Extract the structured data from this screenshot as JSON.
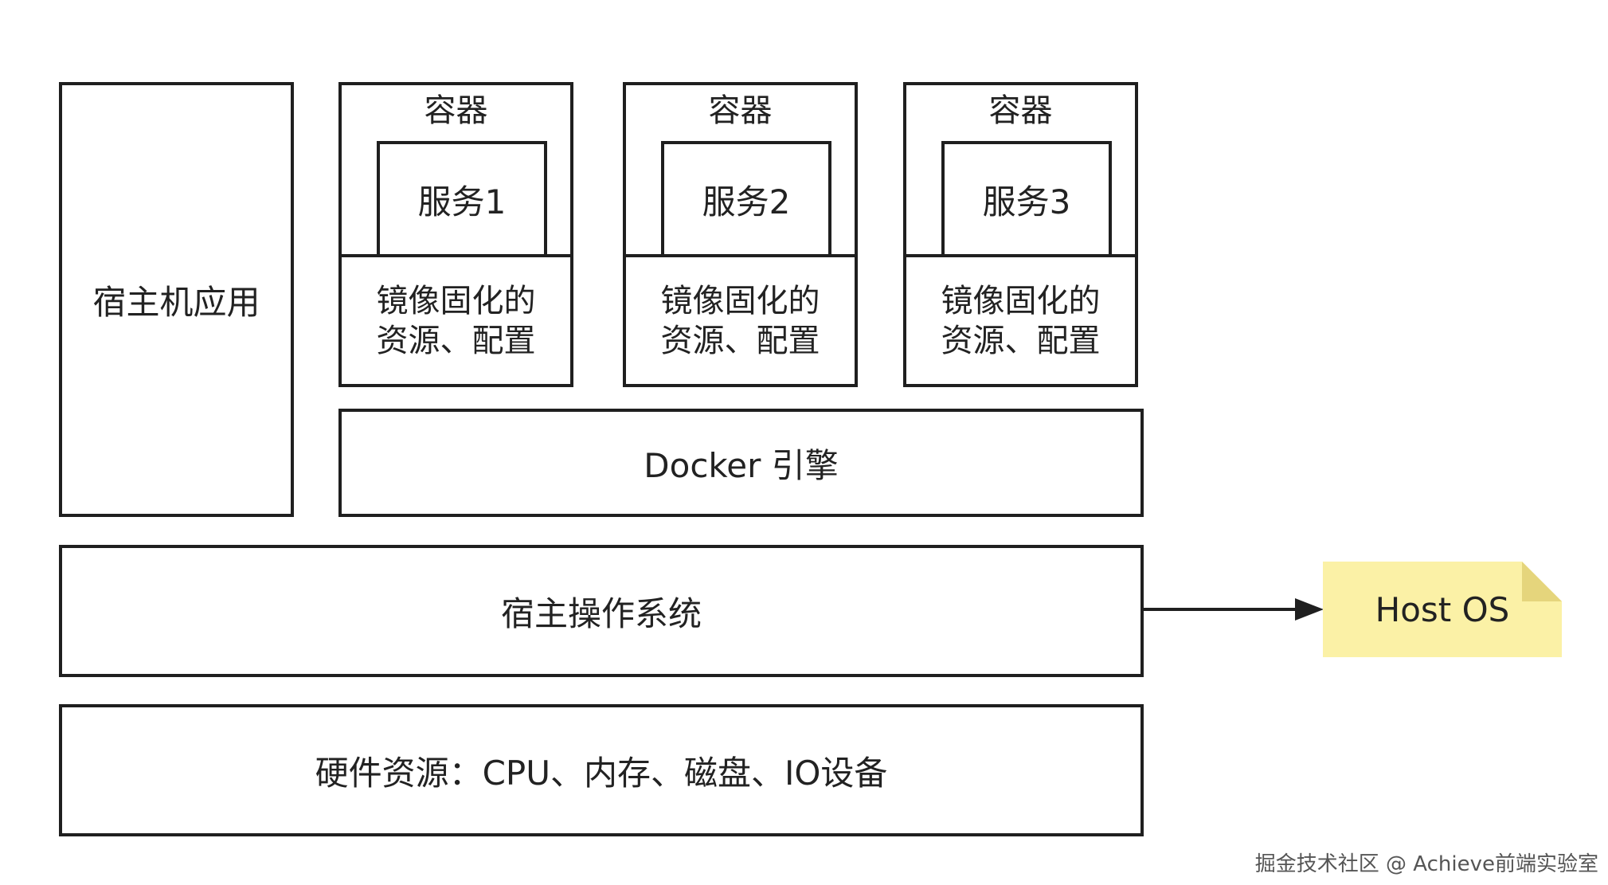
{
  "host_app": {
    "label": "宿主机应用"
  },
  "containers": [
    {
      "title": "容器",
      "service": "服务1",
      "resources_line1": "镜像固化的",
      "resources_line2": "资源、配置"
    },
    {
      "title": "容器",
      "service": "服务2",
      "resources_line1": "镜像固化的",
      "resources_line2": "资源、配置"
    },
    {
      "title": "容器",
      "service": "服务3",
      "resources_line1": "镜像固化的",
      "resources_line2": "资源、配置"
    }
  ],
  "docker_engine": {
    "label": "Docker 引擎"
  },
  "host_os": {
    "label": "宿主操作系统"
  },
  "hardware": {
    "label": "硬件资源：CPU、内存、磁盘、IO设备"
  },
  "note": {
    "label": "Host OS",
    "color": "#fbf1a6",
    "fold_color": "#e5d57c"
  },
  "watermark": {
    "text": "掘金技术社区 @ Achieve前端实验室"
  }
}
